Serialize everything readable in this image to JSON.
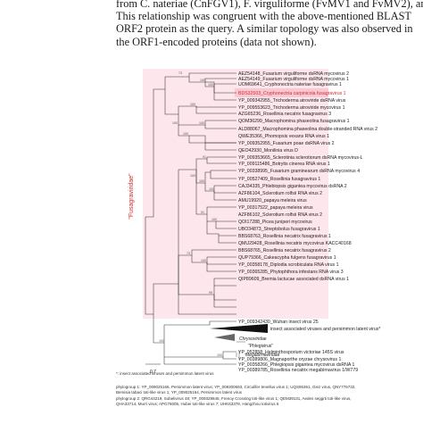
{
  "paragraph": {
    "lines": [
      "from C. nateriae (CnFGV1), F. virguliforme (FvMV1 and FvMV2), and",
      "This relationship was congruent with the above-mentioned BLAST",
      "ORF2 protein as the query. A similar topology was also observed in",
      "the ORF1-encoded proteins (data not shown)."
    ]
  },
  "figure": {
    "family_label": "\"Fusagraviridae\"",
    "clade_labels": {
      "chrysoviridae": "Chrysoviridae",
      "phlegivirus": "\"Phlegivirus\"",
      "megabirnaviridae": "Megabirnaviridae"
    },
    "scale_bar": "0.7",
    "colors": {
      "highlight_box": "#fde7ec",
      "highlight_text": "#d62a2a",
      "family_label": "#d62a2a",
      "collapsed_clade": "#111111",
      "branches": "#333333"
    },
    "highlighted_leaf": "BDS32503_Cryphonectria carpinicola fusagravirus 1",
    "leaves": [
      "AEZ54148_Fusarium virguliforme dsRNA mycovirus 2",
      "AEZ54149_Fusarium virguliforme dsRNA mycovirus 1",
      "UOM69641_Cryphonectria nateriae fusagravirus 1",
      "BDS32503_Cryphonectria carpinicola fusagravirus 1",
      "YP_009342955_Trichoderma atroviride dsRNA virus",
      "YP_009553623_Trichoderma atroviride mycovirus 1",
      "AZG65236_Rosellinia necatrix fusagravirus 3",
      "QOM36299_Macrophomina phaseolina fusagravirus 1",
      "ALD88067_Macrophomina phaseolina double-stranded RNA virus 2",
      "QWE35366_Phomopsis vexans RNA virus 1",
      "YP_009352955_Fusarium poae dsRNA virus 2",
      "QEO42930_Monilinia virus D",
      "YP_009353665_Sclerotinia sclerotiorum dsRNA mycovirus-L",
      "YP_009115486_Botrytis cinerea RNA virus 1",
      "YP_00338995_Fusarium graminearum dsRNA mycovirus 4",
      "YP_00527409_Rosellinia fusagravirus 1",
      "CAJ34335_Phlebiopsis gigantea mycovirus dsRNA 2",
      "AZF86104_Sclerotium rolfsii RNA virus 2",
      "AMU19920_papaya meleira virus",
      "YP_00317522_papaya meleira virus",
      "AZF86102_Sclerotium rolfsii RNA virus 2",
      "QOI17288_Picea juniperi mycovirus",
      "UBO34873_Streptobolus fusagravirus 1",
      "BBS68763_Rosellinia necatrix fusagravirus 1",
      "QMU29428_Rosellinia necatrix mycovirus KACC40168",
      "BBS68765_Rosellinia necatrix fusagravirus 2",
      "QUP79366_Cakeacypha fulgens fusagravirus 1",
      "YP_00358178_Diplodia scrobiculata RNA virus 1",
      "YP_00365285_Phytophthora infestans RNA virus 3",
      "QIP89609_Bremia lactucae associated dsRNA virus 1",
      "YP_009342430_Wuhan insect virus 25",
      "insect associated viruses and persimmon latent virus*",
      "YP_052858_Helminthosporium victoriae 145S virus",
      "YP_00389806_Magnaporthe oryzae chrysovirus 1",
      "YP_00358266_Phlegiopsis gigantea mycovirus dsRNA 1",
      "YP_00389785_Rosellinia necatrix megabirnavirus 1/W779"
    ],
    "bootstrap": {
      "b1": "73",
      "b2": "100",
      "b3": "100",
      "b4": "100",
      "b5": "100",
      "b6": "100",
      "b7": "100",
      "b8": "91",
      "b9": "100",
      "b10": "100",
      "b11": "100",
      "b12": "91",
      "b13": "100",
      "b14": "73",
      "b15": "100",
      "b16": "99",
      "b17": "100",
      "b18": "100"
    }
  },
  "footnotes": {
    "asterisk": "*: insect associated viruses and persimmon latent virus",
    "lines": [
      "phylogroup 1: YP_009025166, Persimmon latent virus; YP_009300693, Circulifer tenellus virus 1; UQS95361, Giez virus, QNY776732,",
      "Bemisia tabaci toti-like virus 1; YP_009025164, Persimmon latent virus",
      "phylogroup 2: QRG44219, Sobelivirus 48; YP_009329845, Frenoy Crossing toti-like virus 1; QEM39131, Aedes seggrti toti-like virus,",
      "QHA33714, Murri virus; APG76005, Hubei toti-like virus 7; UHK63378, Hangzhou totivirus 6"
    ]
  }
}
